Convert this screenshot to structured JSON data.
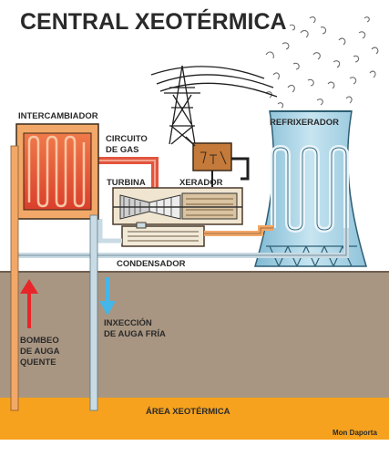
{
  "title": "CENTRAL XEOTÉRMICA",
  "labels": {
    "intercambiador": "INTERCAMBIADOR",
    "circuito_line1": "CIRCUITO",
    "circuito_line2": "DE GAS",
    "turbina": "TURBINA",
    "xerador": "XERADOR",
    "refrixerador": "REFRIXERADOR",
    "condensador": "CONDENSADOR",
    "bombeo_line1": "BOMBEO",
    "bombeo_line2": "DE AUGA",
    "bombeo_line3": "QUENTE",
    "inxeccion_line1": "INXECCIÓN",
    "inxeccion_line2": "DE AUGA FRÍA",
    "area": "ÁREA XEOTÉRMICA"
  },
  "credit": "Mon Daporta",
  "colors": {
    "hot": "#e2553e",
    "warm_pipe": "#f2a868",
    "cold_pipe": "#c9dbe4",
    "ground": "#a89682",
    "area": "#f6a21e",
    "tower": "#a9d4e6",
    "hot_arrow": "#e8262a",
    "cold_arrow": "#45b6e8"
  },
  "icons": {
    "hot_arrow": "arrow-up-icon",
    "cold_arrow": "arrow-down-icon",
    "pylon": "power-pylon-icon",
    "steam": "steam-cloud-icon"
  }
}
